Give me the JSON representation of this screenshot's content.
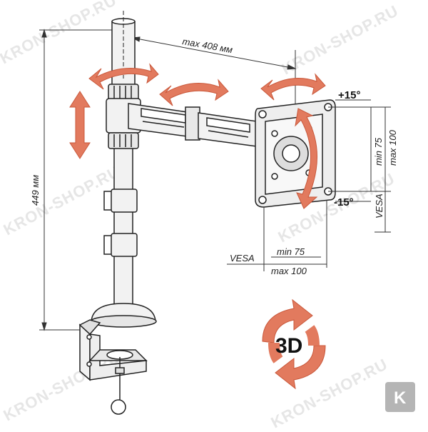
{
  "watermark": {
    "text": "KRON-SHOP.RU"
  },
  "dimensions": {
    "arm_reach": "max 408 мм",
    "height": "449 мм",
    "tilt_up": "+15°",
    "tilt_down": "-15°",
    "vesa_label_bottom": "VESA",
    "vesa_min_bottom": "min 75",
    "vesa_max_bottom": "max 100",
    "vesa_label_side": "VESA",
    "vesa_min_side": "min 75",
    "vesa_max_side": "max 100"
  },
  "badge": {
    "text": "3D"
  },
  "logo": {
    "letter": "K"
  },
  "colors": {
    "arrow": "#e27a5e",
    "arrow_stroke": "#c9583b",
    "metal": "#f2f2f2",
    "outline": "#222222",
    "logo_bg": "#b5b5b5"
  }
}
